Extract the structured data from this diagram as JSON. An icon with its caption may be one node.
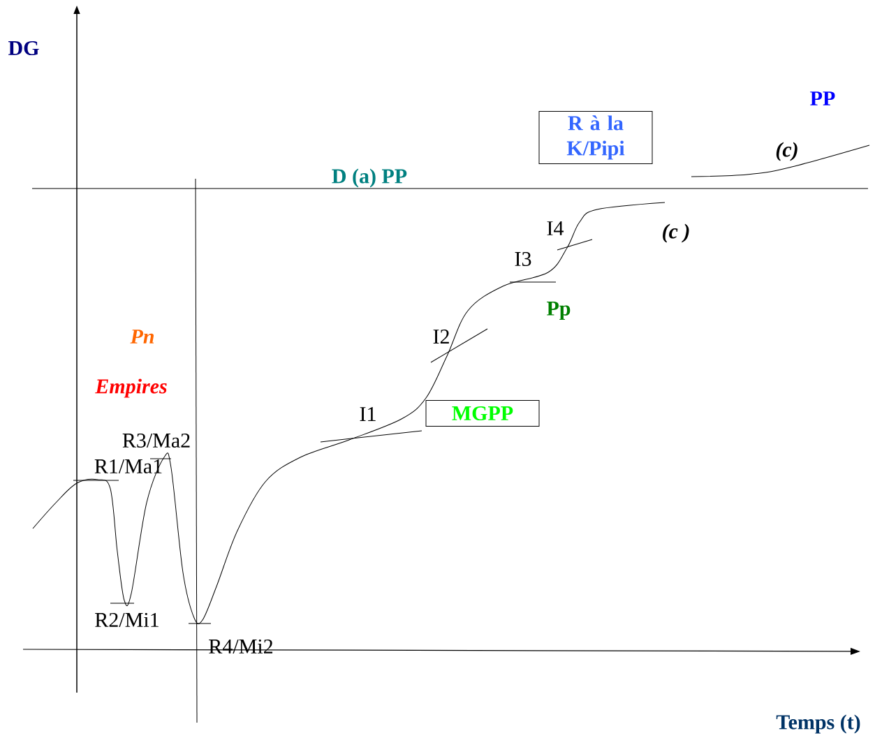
{
  "diagram": {
    "nodes": [
      {
        "text": [
          "R à la K/Pipi"
        ]
      },
      {
        "text": [
          "MGPP"
        ]
      }
    ],
    "edges": [],
    "labels": [
      "DG",
      "PP",
      "(c)",
      "D (a) PP",
      "I4",
      "(c )",
      "I3",
      "Pp",
      "I2",
      "Pn",
      "Empires",
      "I1",
      "R3/Ma2",
      "R1/Ma1",
      "R2/Mi1",
      "R4/Mi2",
      "Temps (t)"
    ]
  }
}
